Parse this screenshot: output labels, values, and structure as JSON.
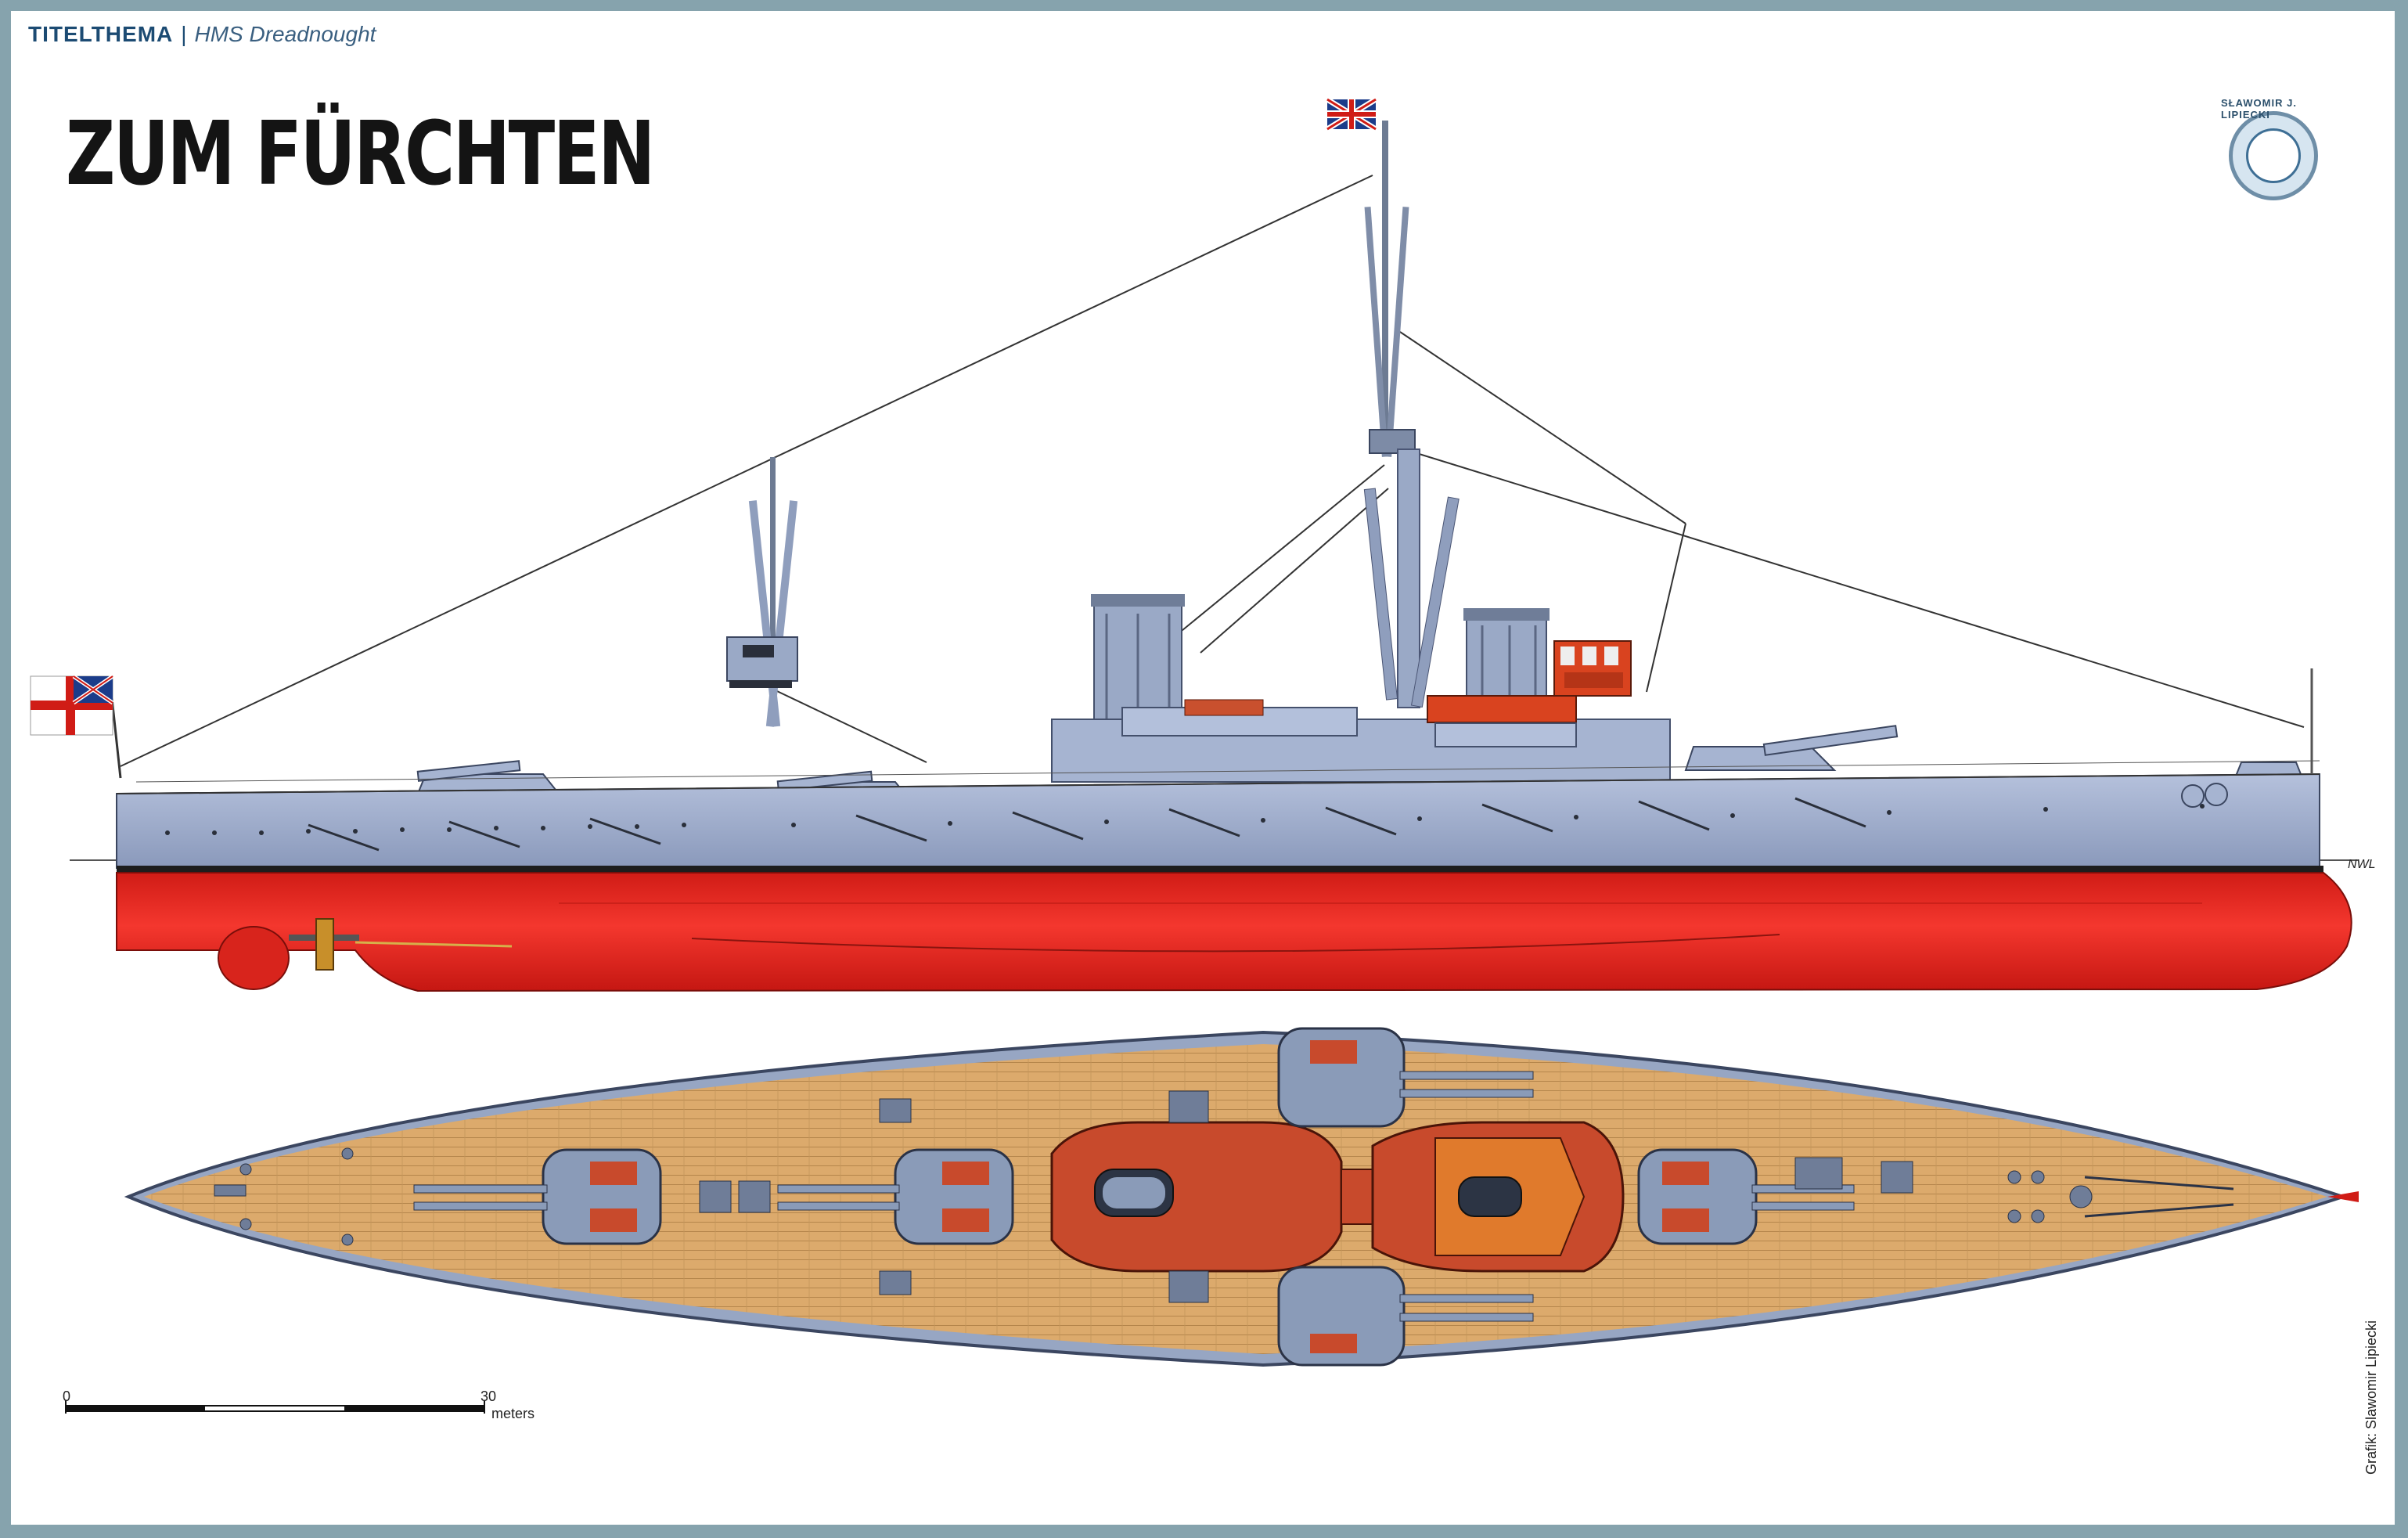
{
  "header": {
    "section": "TITELTHEMA",
    "separator": "|",
    "subtitle": "HMS Dreadnought"
  },
  "title": "ZUM FÜRCHTEN",
  "logo": {
    "text": "SŁAWOMIR J. LIPIECKI"
  },
  "waterline_label": "NWL",
  "scale": {
    "start": "0",
    "end": "30",
    "unit": "meters"
  },
  "credit": "Grafik: Slawomir Lipiecki",
  "colors": {
    "frame": "#86a3ad",
    "hull_upper": "#9aaac9",
    "hull_lower": "#e8221c",
    "deck_wood": "#d9a86a",
    "turret": "#8a9bb8",
    "turret_red": "#c84a2c",
    "header_blue": "#1c4b73"
  }
}
